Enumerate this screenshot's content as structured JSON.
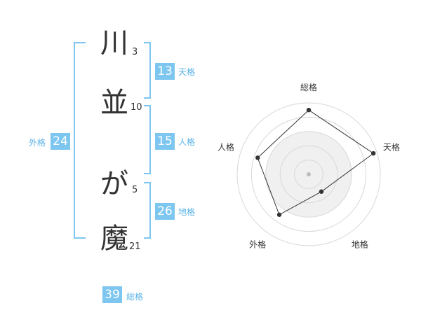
{
  "name": {
    "chars": [
      {
        "char": "川",
        "strokes": "3"
      },
      {
        "char": "並",
        "strokes": "10"
      },
      {
        "char": "が",
        "strokes": "5"
      },
      {
        "char": "魔",
        "strokes": "21"
      }
    ]
  },
  "scores": {
    "tenkaku": {
      "value": "13",
      "label": "天格"
    },
    "jinkaku": {
      "value": "15",
      "label": "人格"
    },
    "chikaku": {
      "value": "26",
      "label": "地格"
    },
    "gaikaku": {
      "value": "24",
      "label": "外格"
    },
    "soukaku": {
      "value": "39",
      "label": "総格"
    }
  },
  "radar": {
    "axes": [
      "総格",
      "天格",
      "地格",
      "外格",
      "人格"
    ],
    "levels": [
      0.9,
      0.95,
      0.3,
      0.7,
      0.75
    ],
    "colors": {
      "fill": "#f0f0f0",
      "ring": "#d8d8d8",
      "line": "#333333",
      "center": "#bbbbbb"
    }
  },
  "colors": {
    "bracket": "#7dc6ef",
    "box": "#7dc6ef",
    "label": "#5ab3e8"
  }
}
